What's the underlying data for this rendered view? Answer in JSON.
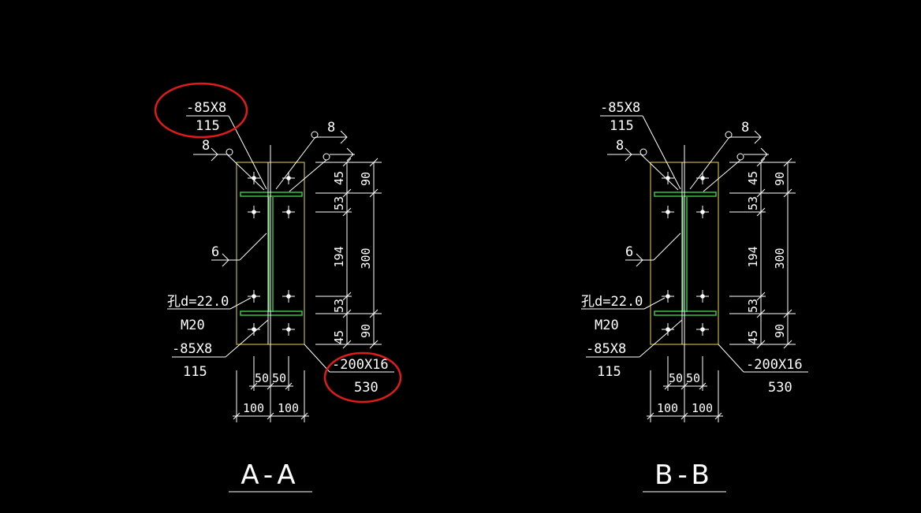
{
  "colors": {
    "background": "#000000",
    "lines": "#ffffff",
    "plate_outline": "#e6d34a",
    "flange_plates": "#3bd14a",
    "highlight_circles": "#e01b1b"
  },
  "sections": [
    {
      "title": "A-A",
      "top_plate_spec": "-85X8",
      "top_plate_len": "115",
      "bottom_plate_spec": "-85X8",
      "bottom_plate_len": "115",
      "base_plate_spec": "-200X16",
      "base_plate_len": "530",
      "bolt_hole": "孔d=22.0",
      "bolt": "M20",
      "weld_left": "8",
      "weld_right": "8",
      "weld_web": "6",
      "dims_inner": [
        "45",
        "53",
        "194",
        "53",
        "45"
      ],
      "dims_outer": [
        "90",
        "300",
        "90"
      ],
      "dims_bottom_inner": [
        "50",
        "50"
      ],
      "dims_bottom_outer": [
        "100",
        "100"
      ],
      "highlighted": true
    },
    {
      "title": "B-B",
      "top_plate_spec": "-85X8",
      "top_plate_len": "115",
      "bottom_plate_spec": "-85X8",
      "bottom_plate_len": "115",
      "base_plate_spec": "-200X16",
      "base_plate_len": "530",
      "bolt_hole": "孔d=22.0",
      "bolt": "M20",
      "weld_left": "8",
      "weld_right": "8",
      "weld_web": "6",
      "dims_inner": [
        "45",
        "53",
        "194",
        "53",
        "45"
      ],
      "dims_outer": [
        "90",
        "300",
        "90"
      ],
      "dims_bottom_inner": [
        "50",
        "50"
      ],
      "dims_bottom_outer": [
        "100",
        "100"
      ],
      "highlighted": false
    }
  ]
}
